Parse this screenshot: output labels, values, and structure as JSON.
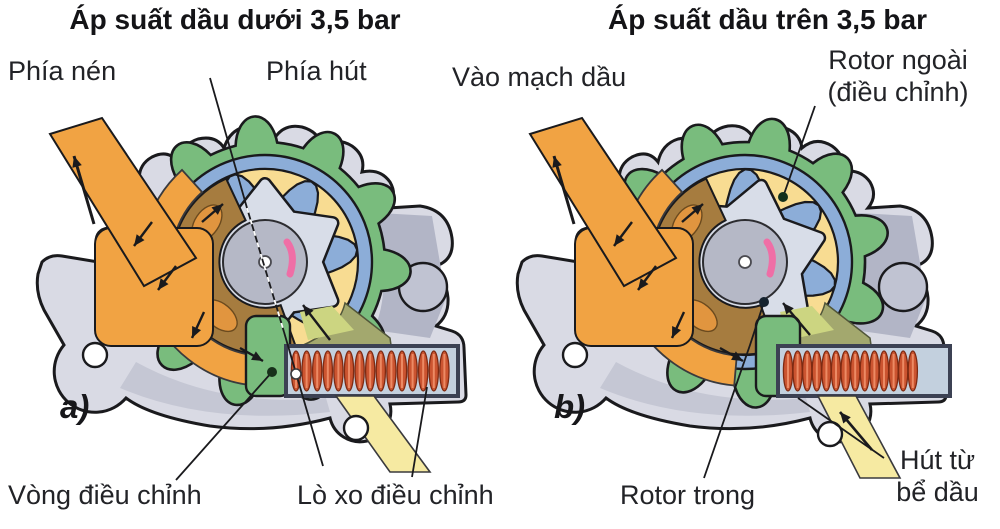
{
  "figure": {
    "background": "#ffffff",
    "panel_a": {
      "title": "Áp suất dầu dưới 3,5 bar",
      "tag": "a)",
      "label_phia_nen": "Phía nén",
      "label_phia_hut": "Phía hút",
      "label_vong_dieu_chinh": "Vòng điều chỉnh",
      "label_lo_xo_dieu_chinh": "Lò xo điều chỉnh"
    },
    "panel_b": {
      "title": "Áp suất dầu trên 3,5 bar",
      "tag": "b)",
      "label_vao_mach_dau": "Vào mạch dầu",
      "label_rotor_ngoai_line1": "Rotor ngoài",
      "label_rotor_ngoai_line2": "(điều chỉnh)",
      "label_rotor_trong": "Rotor trong",
      "label_hut_tu_line1": "Hút từ",
      "label_hut_tu_line2": "bể dầu"
    },
    "colors": {
      "housing": "#d9dae4",
      "housing_shadow": "#c5c7d4",
      "housing_dark": "#b2b5c6",
      "boss": "#c0c3d2",
      "green": "#79bc7d",
      "blue": "#8cadd8",
      "yellow": "#f8dc92",
      "star": "#d8dde8",
      "hub": "#b5b8c6",
      "brown": "#a67c3f",
      "orange": "#f1a343",
      "orange_deep": "#e1953f",
      "olive": "#a3a86e",
      "yellow_green": "#ccd581",
      "spring_coil": "#cb5430",
      "spring_coil_edge": "#7e2a12",
      "spring_coil_hi": "#ec8a64",
      "spring_bg": "#c3d0de",
      "spring_frame": "#3c4153",
      "suction_yellow": "#f6eaa2",
      "pink": "#ef6ea6",
      "ink": "#1a1a1d",
      "white": "#ffffff"
    }
  }
}
